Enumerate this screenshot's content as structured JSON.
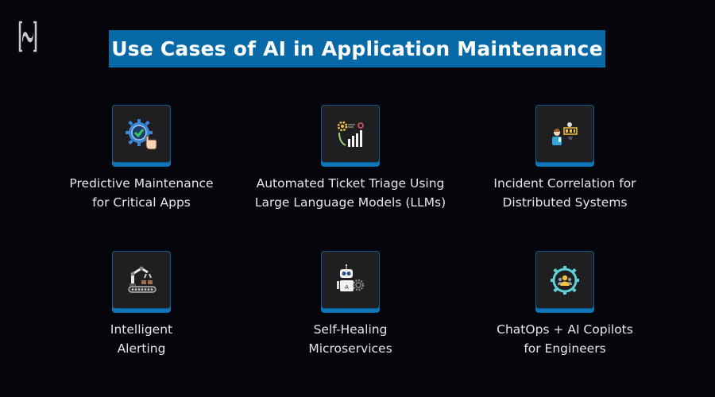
{
  "brand": {
    "logo_icon": "bracket-n-logo-icon"
  },
  "header": {
    "title": "Use Cases of AI in Application Maintenance"
  },
  "colors": {
    "background": "#05060b",
    "title_bar": "#0769a8",
    "card_bg": "#1f1f21",
    "card_accent": "#0f73b5",
    "text": "#e6e6e6"
  },
  "use_cases": [
    {
      "icon": "gear-check-hand-icon",
      "label": "Predictive Maintenance\nfor Critical Apps"
    },
    {
      "icon": "gear-bar-chart-icon",
      "label": "Automated Ticket Triage Using\nLarge Language Models (LLMs)"
    },
    {
      "icon": "person-robot-network-icon",
      "label": "Incident Correlation for\nDistributed Systems"
    },
    {
      "icon": "robotic-arm-conveyor-icon",
      "label": "Intelligent\nAlerting"
    },
    {
      "icon": "robot-gear-icon",
      "label": "Self-Healing\nMicroservices"
    },
    {
      "icon": "gear-team-icon",
      "label": "ChatOps + AI Copilots\nfor Engineers"
    }
  ]
}
